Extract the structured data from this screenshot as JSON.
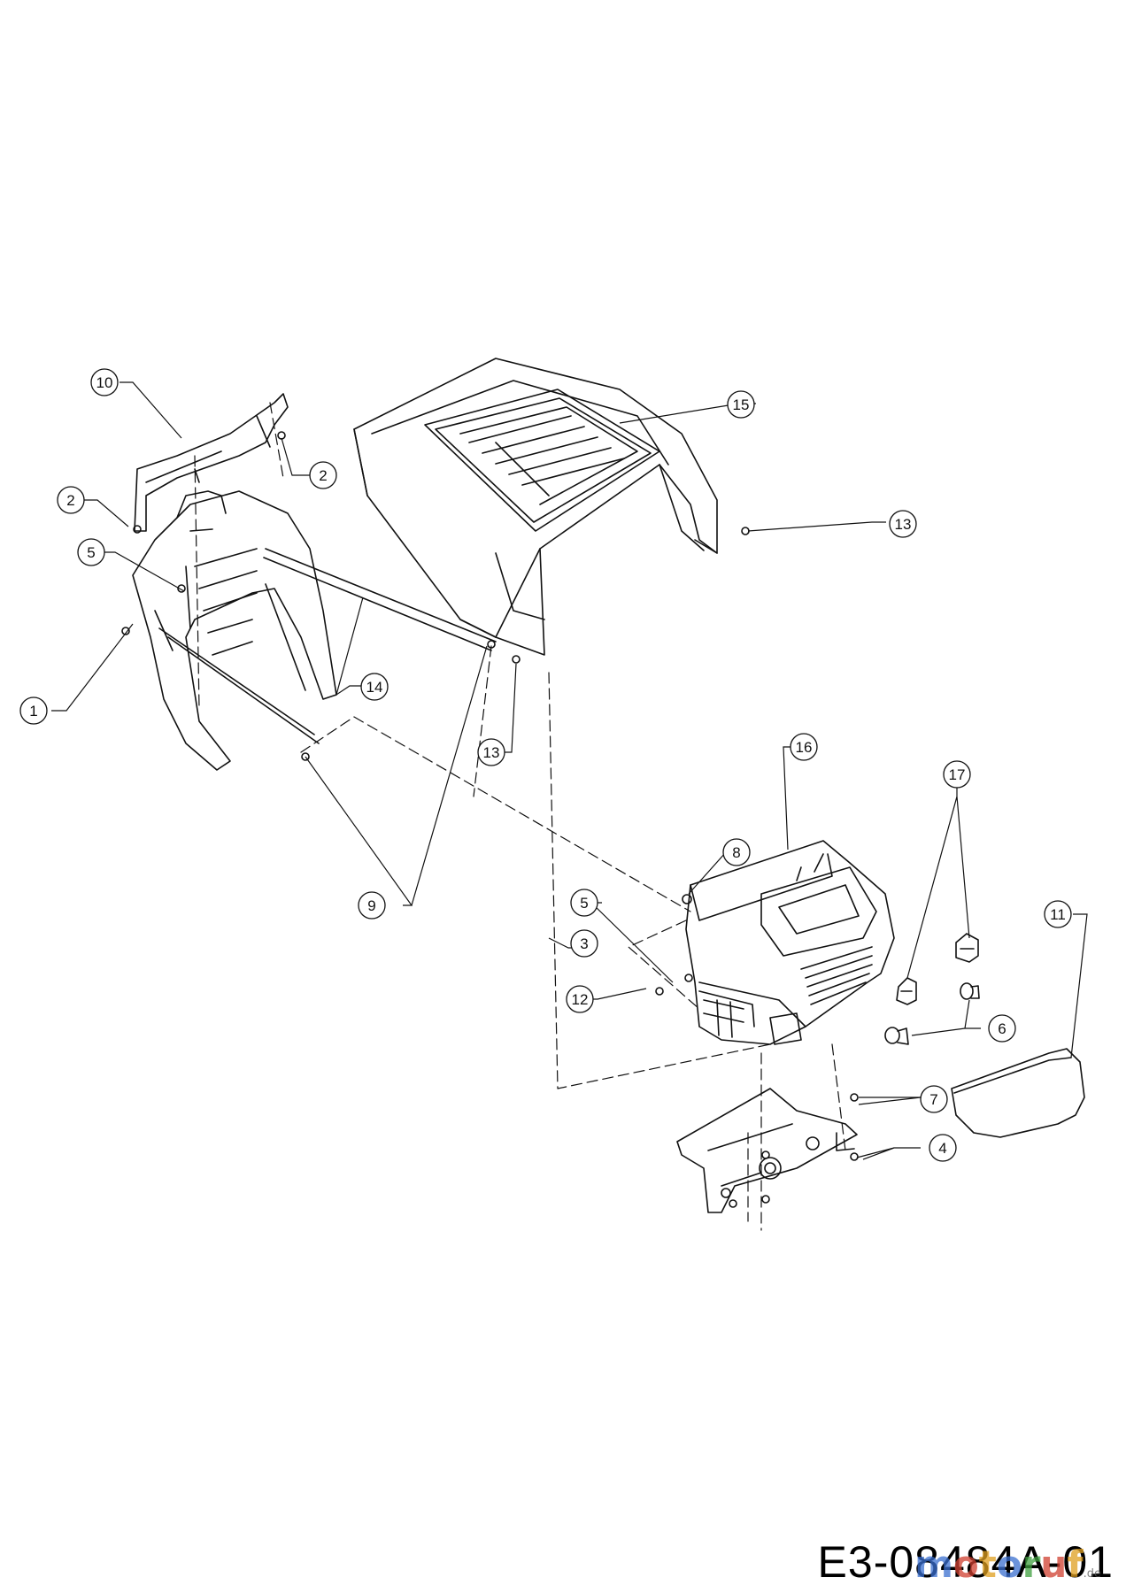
{
  "drawing": {
    "code": "E3-08484A-01",
    "callouts": [
      {
        "id": "c1",
        "label": "1"
      },
      {
        "id": "c2a",
        "label": "2"
      },
      {
        "id": "c2b",
        "label": "2"
      },
      {
        "id": "c3",
        "label": "3"
      },
      {
        "id": "c4",
        "label": "4"
      },
      {
        "id": "c5a",
        "label": "5"
      },
      {
        "id": "c5b",
        "label": "5"
      },
      {
        "id": "c6",
        "label": "6"
      },
      {
        "id": "c7",
        "label": "7"
      },
      {
        "id": "c8",
        "label": "8"
      },
      {
        "id": "c9",
        "label": "9"
      },
      {
        "id": "c10",
        "label": "10"
      },
      {
        "id": "c11",
        "label": "11"
      },
      {
        "id": "c12",
        "label": "12"
      },
      {
        "id": "c13a",
        "label": "13"
      },
      {
        "id": "c13b",
        "label": "13"
      },
      {
        "id": "c14",
        "label": "14"
      },
      {
        "id": "c15",
        "label": "15"
      },
      {
        "id": "c16",
        "label": "16"
      },
      {
        "id": "c17",
        "label": "17"
      }
    ]
  },
  "watermark": {
    "letters": [
      "m",
      "o",
      "t",
      "o",
      "r",
      "u",
      "f"
    ],
    "letter_colors": [
      "#3a6fd0",
      "#d04030",
      "#e0a020",
      "#3a6fd0",
      "#40a040",
      "#d04030",
      "#e0a020"
    ],
    "domain": ".de"
  }
}
